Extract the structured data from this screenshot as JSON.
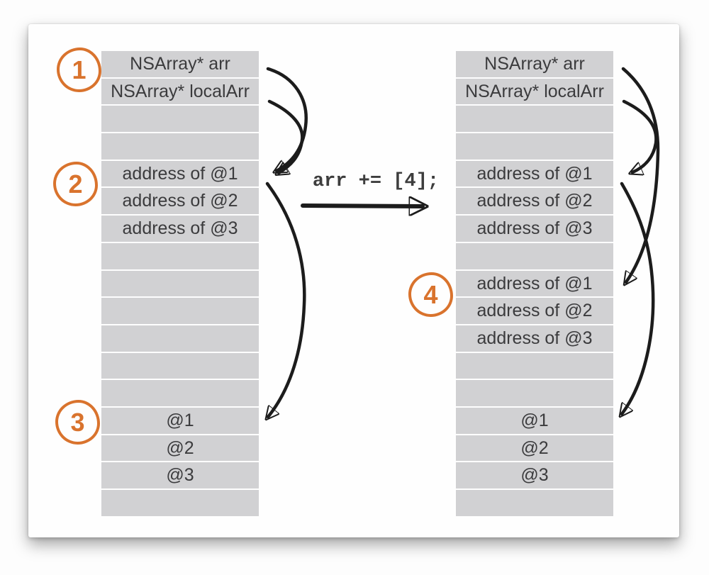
{
  "diagram": {
    "code_label": "arr += [4];",
    "markers": [
      {
        "label": "1"
      },
      {
        "label": "2"
      },
      {
        "label": "3"
      },
      {
        "label": "4"
      }
    ],
    "left_table": {
      "rows": [
        "NSArray* arr",
        "NSArray* localArr",
        "",
        "",
        "address of @1",
        "address of @2",
        "address of @3",
        "",
        "",
        "",
        "",
        "",
        "",
        "@1",
        "@2",
        "@3",
        ""
      ]
    },
    "right_table": {
      "rows": [
        "NSArray* arr",
        "NSArray* localArr",
        "",
        "",
        "address of @1",
        "address of @2",
        "address of @3",
        "",
        "address of @1",
        "address of @2",
        "address of @3",
        "",
        "",
        "@1",
        "@2",
        "@3",
        ""
      ]
    },
    "colors": {
      "accent_orange": "#d9732d",
      "cell_gray": "#d1d1d3",
      "arrow_black": "#1c1c1c",
      "text_dark": "#3b3b3d"
    }
  }
}
